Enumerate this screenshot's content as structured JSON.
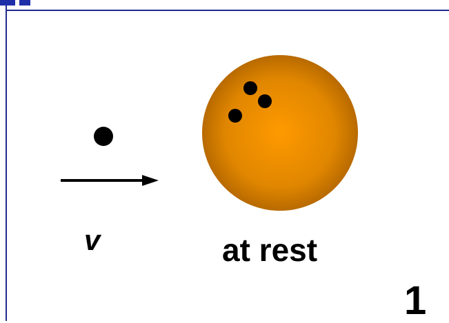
{
  "diagram": {
    "velocity_label": "v",
    "target_label": "at rest",
    "slide_number": "1",
    "colors": {
      "frame": "#1e2a8c",
      "ball_center": "#ff9a00",
      "ball_edge": "#b86a00",
      "projectile": "#000000",
      "arrow": "#000000"
    }
  }
}
